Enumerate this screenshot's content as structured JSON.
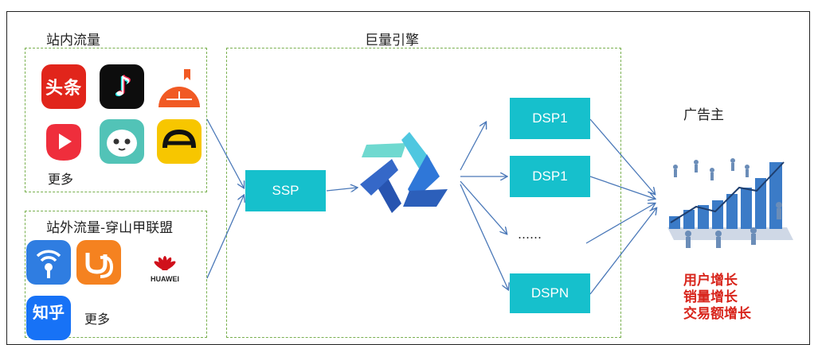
{
  "groups": {
    "internal": {
      "title": "站内流量",
      "more": "更多"
    },
    "external": {
      "title": "站外流量-穿山甲联盟",
      "more": "更多"
    },
    "engine": {
      "title": "巨量引擎"
    }
  },
  "nodes": {
    "ssp": "SSP",
    "dsp_top": "DSP1",
    "dsp_mid": "DSP1",
    "ellipsis": "……",
    "dspn": "DSPN"
  },
  "advertiser": {
    "title": "广告主",
    "benefits": [
      "用户增长",
      "销量增长",
      "交易额增长"
    ]
  },
  "apps": {
    "toutiao_text": "头条",
    "huawei_text": "HUAWEI",
    "zhihu_text": "知乎"
  },
  "icons": [
    "toutiao-icon",
    "douyin-icon",
    "tomato-novel-icon",
    "xigua-video-icon",
    "ppx-icon",
    "dongchedi-icon",
    "wifi-key-icon",
    "uc-browser-icon",
    "huawei-icon",
    "zhihu-icon"
  ],
  "colors": {
    "teal_box": "#16c0cc",
    "dashed_border": "#79b04f",
    "arrow": "#4a78b8",
    "benefit_text": "#d8251c"
  }
}
